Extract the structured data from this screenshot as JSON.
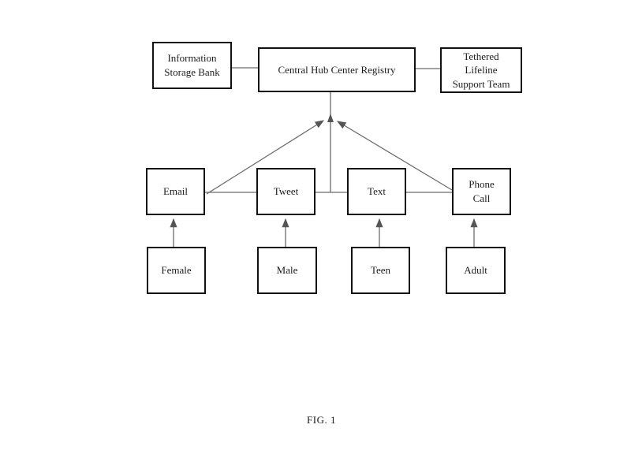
{
  "figure": {
    "caption": "FIG. 1",
    "nodes": {
      "info": {
        "label": "Information\nStorage Bank"
      },
      "hub": {
        "label": "Central Hub Center Registry"
      },
      "tethered": {
        "label": "Tethered\nLifeline\nSupport Team"
      },
      "email": {
        "label": "Email"
      },
      "tweet": {
        "label": "Tweet"
      },
      "text": {
        "label": "Text"
      },
      "phone": {
        "label": "Phone\nCall"
      },
      "female": {
        "label": "Female"
      },
      "male": {
        "label": "Male"
      },
      "teen": {
        "label": "Teen"
      },
      "adult": {
        "label": "Adult"
      }
    },
    "edges": [
      {
        "from": "info",
        "to": "hub",
        "arrow": false
      },
      {
        "from": "hub",
        "to": "tethered",
        "arrow": false
      },
      {
        "from": "email",
        "to": "hub",
        "arrow": true
      },
      {
        "from": "tweet",
        "to": "hub",
        "arrow": true
      },
      {
        "from": "text",
        "to": "hub",
        "arrow": true
      },
      {
        "from": "phone",
        "to": "hub",
        "arrow": true
      },
      {
        "from": "email",
        "to": "tweet",
        "arrow": false
      },
      {
        "from": "tweet",
        "to": "text",
        "arrow": false
      },
      {
        "from": "text",
        "to": "phone",
        "arrow": false
      },
      {
        "from": "female",
        "to": "email",
        "arrow": true
      },
      {
        "from": "male",
        "to": "tweet",
        "arrow": true
      },
      {
        "from": "teen",
        "to": "text",
        "arrow": true
      },
      {
        "from": "adult",
        "to": "phone",
        "arrow": true
      }
    ],
    "colors": {
      "line": "#6b6b6b",
      "arrowhead": "#555555",
      "box_border": "#111111",
      "background": "#ffffff"
    }
  }
}
